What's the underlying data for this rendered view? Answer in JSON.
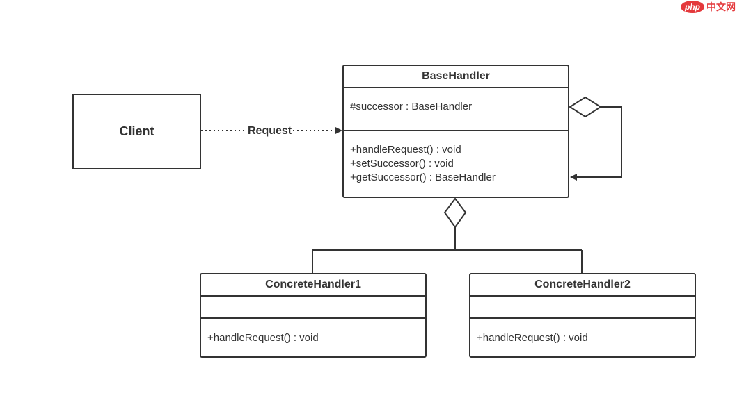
{
  "client": {
    "label": "Client"
  },
  "request_label": "Request",
  "base_handler": {
    "name": "BaseHandler",
    "attributes": [
      "#successor : BaseHandler"
    ],
    "methods": [
      "+handleRequest()  : void",
      "+setSuccessor() : void",
      "+getSuccessor() : BaseHandler"
    ]
  },
  "concrete_handler_1": {
    "name": "ConcreteHandler1",
    "methods": [
      "+handleRequest() : void"
    ]
  },
  "concrete_handler_2": {
    "name": "ConcreteHandler2",
    "methods": [
      "+handleRequest() : void"
    ]
  },
  "watermark": {
    "php": "php",
    "cn": "中文网"
  }
}
